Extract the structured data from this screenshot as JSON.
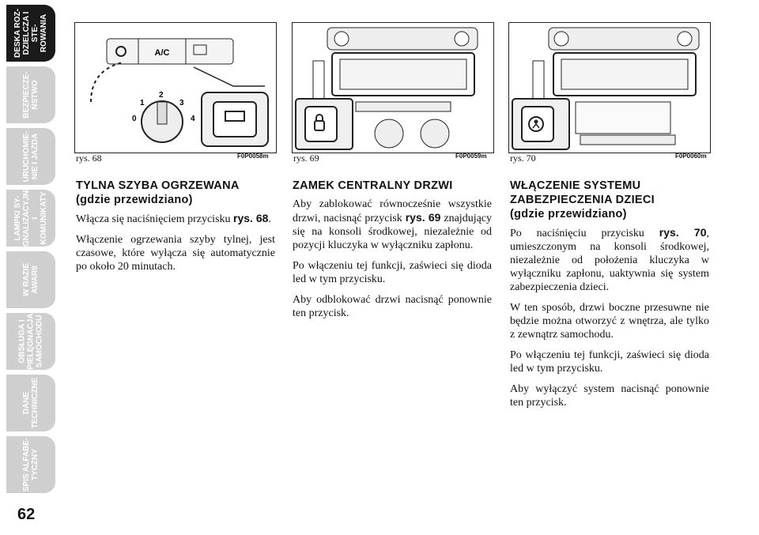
{
  "sidebar": {
    "tabs": [
      {
        "label": "DESKA ROZ-\nDZIELCZA I STE-\nROWANIA",
        "active": true
      },
      {
        "label": "BEZPIECZE-\nŃSTWO",
        "active": false
      },
      {
        "label": "URUCHOMIE-\nNIE I JAZDA",
        "active": false
      },
      {
        "label": "LAMPKI SY-\nGNALIZACYJNE\nI KOMUNIKATY",
        "active": false
      },
      {
        "label": "W RAZIE\nAWARII",
        "active": false
      },
      {
        "label": "OBSŁUGA I\nPIELĘGNACJA\nSAMOCHODU",
        "active": false
      },
      {
        "label": "DANE\nTECHNICZNE",
        "active": false
      },
      {
        "label": "SPIS ALFABE-\nTYCZNY",
        "active": false
      }
    ]
  },
  "page_number": "62",
  "figures": [
    {
      "caption": "rys. 68",
      "code": "F0P0058m",
      "panel_label": "A/C"
    },
    {
      "caption": "rys. 69",
      "code": "F0P0059m"
    },
    {
      "caption": "rys. 70",
      "code": "F0P0060m"
    }
  ],
  "sections": [
    {
      "title": "TYLNA SZYBA OGRZEWANA",
      "subtitle": "(gdzie przewidziano)",
      "paragraphs": [
        {
          "pre": "Włącza się naciśnięciem przycisku ",
          "bold": "rys. 68",
          "post": "."
        },
        {
          "pre": "Włączenie ogrzewania szyby tylnej, jest czasowe, które wyłącza się automatycznie po około 20 minutach.",
          "bold": "",
          "post": ""
        }
      ]
    },
    {
      "title": "ZAMEK CENTRALNY DRZWI",
      "subtitle": "",
      "paragraphs": [
        {
          "pre": "Aby zablokować równocześnie wszystkie drzwi, nacisnąć przycisk ",
          "bold": "rys. 69",
          "post": " znajdujący się na konsoli środkowej, niezależnie od pozycji kluczyka w wyłączniku zapłonu."
        },
        {
          "pre": "Po włączeniu tej funkcji, zaświeci się dioda led w tym przycisku.",
          "bold": "",
          "post": ""
        },
        {
          "pre": "Aby odblokować drzwi nacisnąć ponownie ten przycisk.",
          "bold": "",
          "post": ""
        }
      ]
    },
    {
      "title": "WŁĄCZENIE SYSTEMU ZABEZPIECZENIA DZIECI",
      "subtitle": "(gdzie przewidziano)",
      "paragraphs": [
        {
          "pre": "Po naciśnięciu przycisku ",
          "bold": "rys. 70",
          "post": ", umieszczonym na konsoli środkowej, niezależnie od położenia kluczyka w wyłączniku zapłonu, uaktywnia się system zabezpieczenia dzieci."
        },
        {
          "pre": "W ten sposób, drzwi boczne przesuwne nie będzie można otworzyć z wnętrza, ale tylko z zewnątrz samochodu.",
          "bold": "",
          "post": ""
        },
        {
          "pre": "Po włączeniu tej funkcji, zaświeci się dioda led w tym przycisku.",
          "bold": "",
          "post": ""
        },
        {
          "pre": "Aby wyłączyć system nacisnąć ponownie ten przycisk.",
          "bold": "",
          "post": ""
        }
      ]
    }
  ]
}
